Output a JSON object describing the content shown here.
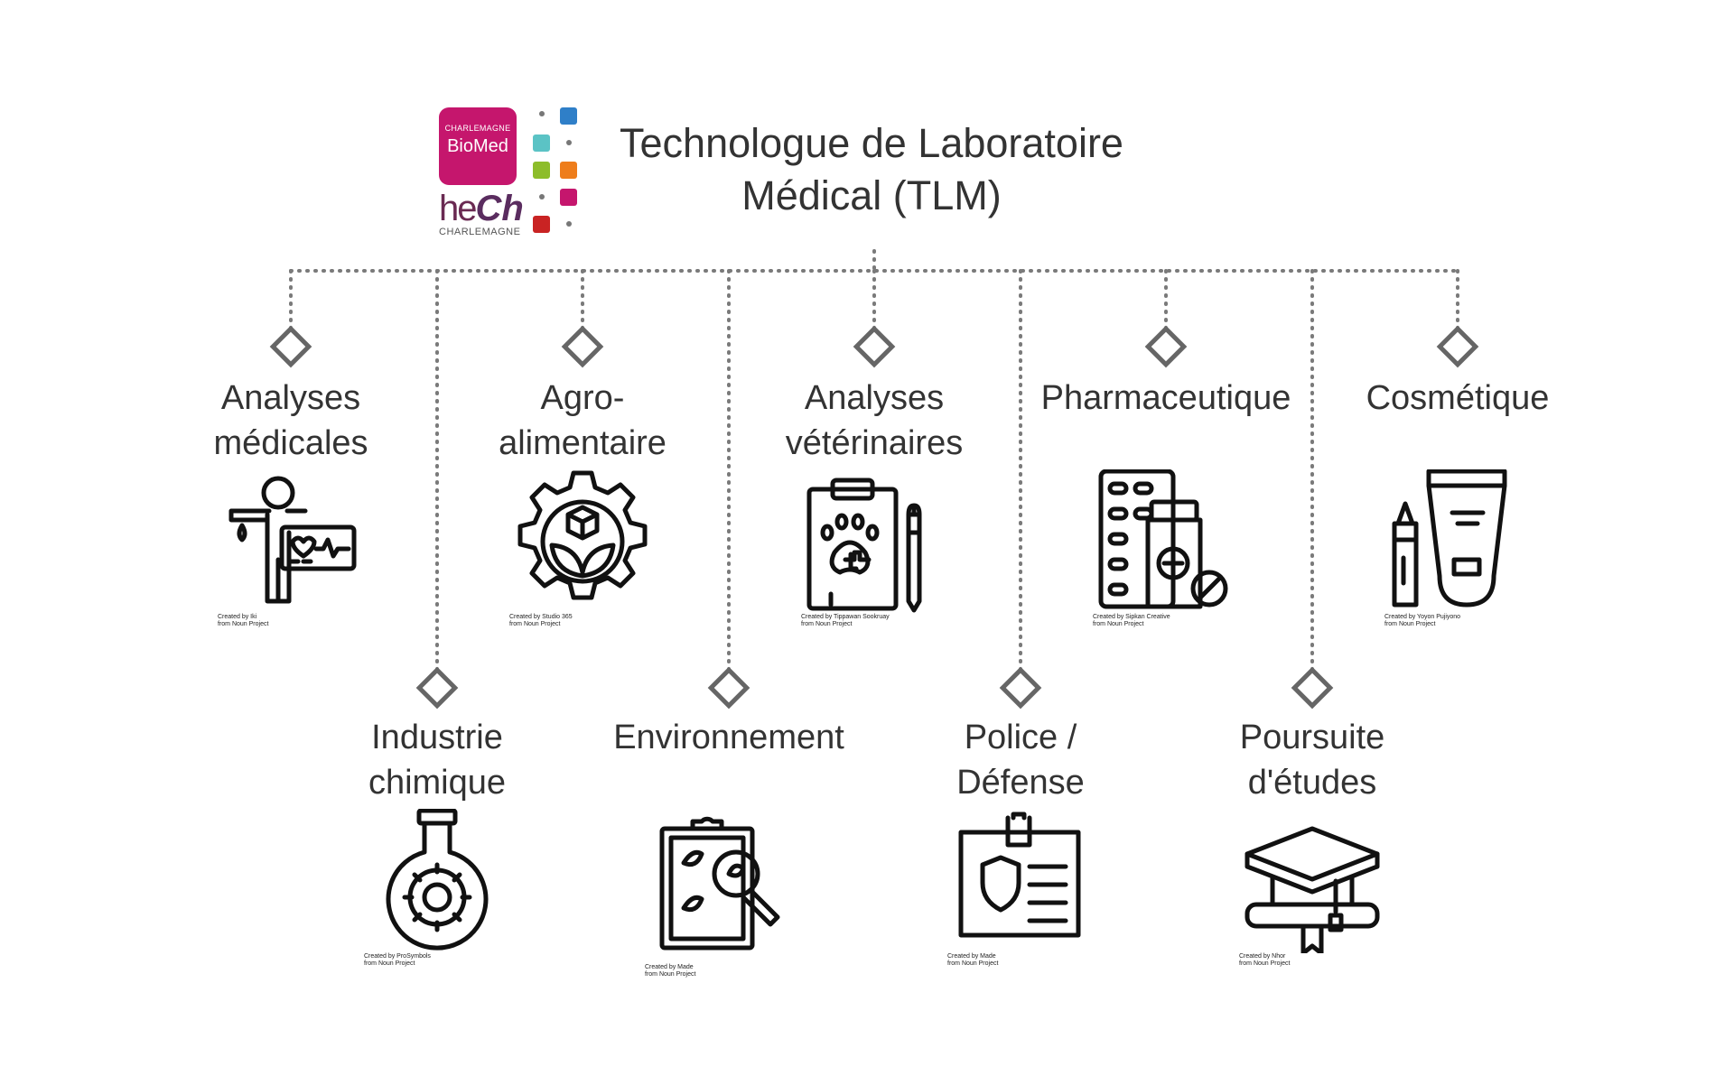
{
  "logo": {
    "biomed_small": "CHARLEMAGNE",
    "biomed_big": "BioMed",
    "hech_he": "he",
    "hech_ch": "Ch",
    "hech_sub": "CHARLEMAGNE"
  },
  "title": {
    "line1": "Technologue de Laboratoire",
    "line2": "Médical (TLM)"
  },
  "nodes": [
    {
      "line1": "Analyses",
      "line2": "médicales",
      "icon": "patient-monitor-icon",
      "credit": "Created by Iki\nfrom Noun Project"
    },
    {
      "line1": "Industrie",
      "line2": "chimique",
      "icon": "flask-gear-icon",
      "credit": "Created by ProSymbols\nfrom Noun Project"
    },
    {
      "line1": "Agro-",
      "line2": "alimentaire",
      "icon": "gear-leaf-box-icon",
      "credit": "Created by Studio 365\nfrom Noun Project"
    },
    {
      "line1": "Environnement",
      "line2": "",
      "icon": "clipboard-leaf-search-icon",
      "credit": "Created by Made\nfrom Noun Project"
    },
    {
      "line1": "Analyses",
      "line2": "vétérinaires",
      "icon": "clipboard-paw-icon",
      "credit": "Created by Tippawan Sookruay\nfrom Noun Project"
    },
    {
      "line1": "Police /",
      "line2": "Défense",
      "icon": "id-badge-shield-icon",
      "credit": "Created by Made\nfrom Noun Project"
    },
    {
      "line1": "Pharmaceutique",
      "line2": "",
      "icon": "pills-bottle-icon",
      "credit": "Created by Sipkan Creative\nfrom Noun Project"
    },
    {
      "line1": "Poursuite",
      "line2": "d'études",
      "icon": "graduation-cap-icon",
      "credit": "Created by Nhor\nfrom Noun Project"
    },
    {
      "line1": "Cosmétique",
      "line2": "",
      "icon": "lipstick-tube-icon",
      "credit": "Created by Yoyon Pujiyono\nfrom Noun Project"
    }
  ],
  "colors": {
    "biomed": "#c5166d",
    "squares": [
      "#2f7fc8",
      "#5bc3c5",
      "#8dbd2a",
      "#ee7d1b",
      "#c5166d",
      "#c92323"
    ],
    "connector": "#7a7a7a",
    "text": "#333333"
  }
}
